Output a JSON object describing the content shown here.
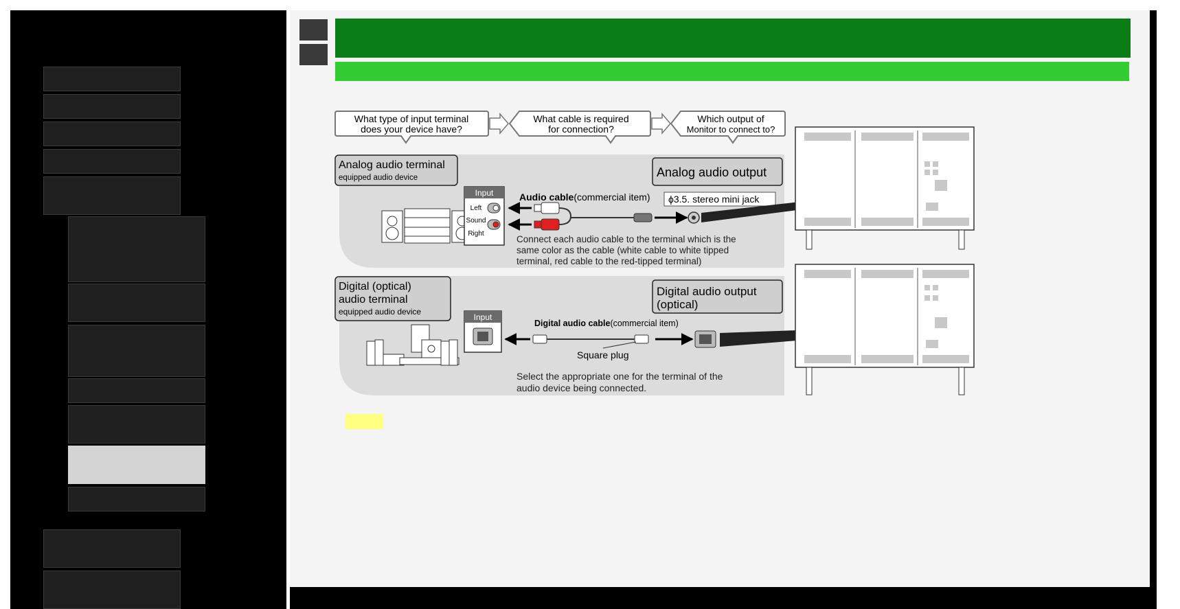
{
  "diagram": {
    "questions": [
      {
        "line1": "What type of input terminal",
        "line2": "does your device have?"
      },
      {
        "line1": "What cable is required",
        "line2": "for connection?"
      },
      {
        "line1": "Which output of",
        "line2": "Monitor to connect to?"
      }
    ],
    "analog": {
      "terminal_title": "Analog audio terminal",
      "terminal_sub": "equipped audio device",
      "output_label": "Analog audio output",
      "input_label": "Input",
      "left_label": "Left",
      "sound_label": "Sound",
      "right_label": "Right",
      "cable_label": "Audio cable",
      "cable_note": "(commercial item)",
      "jack_label": "ϕ3.5. stereo mini jack",
      "note_line1": "Connect each audio cable to the terminal which is the",
      "note_line2": "same color as the cable (white cable to white tipped",
      "note_line3": "terminal, red cable to the red-tipped terminal)"
    },
    "digital": {
      "terminal_line1": "Digital (optical)",
      "terminal_line2": "audio terminal",
      "terminal_sub": "equipped audio device",
      "output_line1": "Digital audio output",
      "output_line2": "(optical)",
      "input_label": "Input",
      "cable_label": "Digital audio cable",
      "cable_note": "(commercial item)",
      "plug_label": "Square plug",
      "note_line1": "Select the appropriate one for the terminal of the",
      "note_line2": "audio device being connected."
    }
  },
  "colors": {
    "title_bar": "#0b7d17",
    "subtitle_bar": "#33cc33",
    "highlight": "#ffff80",
    "selected_nav": "#d4d4d4"
  }
}
